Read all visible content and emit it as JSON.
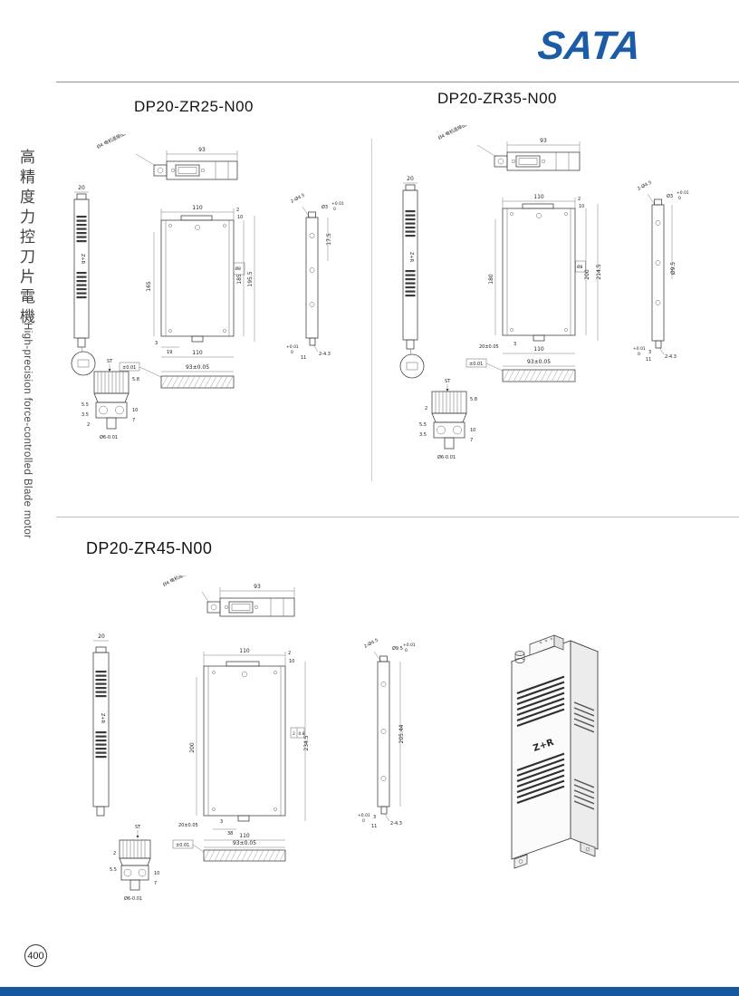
{
  "header": {
    "logo_text": "SATA",
    "brand_color": "#1c5ca6"
  },
  "sidebar": {
    "title_zh": "高精度力控刀片電機",
    "title_en": "High-precision force-controlled Blade motor",
    "page_number": "400"
  },
  "products": [
    {
      "model": "DP20-ZR25-N00",
      "labels": {
        "top_width": "93",
        "cable_callout": "Ø4 电机连接出口",
        "side_width": "20",
        "logo": "Z+R",
        "front_width": "110",
        "front_edge": "2",
        "front_inset": "10",
        "h_left": "165",
        "h_mid": "185",
        "h_right": "195.5",
        "slot_tag": "Ø8",
        "bottom_a": "3",
        "bottom_b": "19",
        "bottom_w": "110",
        "holes": "2-Ø4.5",
        "pin": "Ø3",
        "tol_top": "+0.01",
        "tol_zero": "0",
        "side_h": "17.5",
        "tol_b": "+0.01",
        "tol_b0": "0",
        "foot_a": "11",
        "foot_b": "2-4.3",
        "strip_w": "93±0.05",
        "flatness": "±0.01",
        "st_note": "ST",
        "c1": "5.8",
        "c2": "5.5",
        "c3": "3.5",
        "c4": "Ø6-0.01",
        "c5": "10",
        "c6": "7",
        "c7": "2"
      }
    },
    {
      "model": "DP20-ZR35-N00",
      "labels": {
        "top_width": "93",
        "cable_callout": "Ø4 电机连接出口",
        "side_width": "20",
        "logo": "Z+R",
        "front_width": "110",
        "front_edge": "2",
        "front_inset": "10",
        "h_left": "180",
        "h_mid": "200",
        "h_right": "214.5",
        "slot_tag": "Ø8",
        "bottom_a": "20±0.05",
        "bottom_b": "3",
        "bottom_w": "110",
        "holes": "2-Ø4.5",
        "pin": "Ø3",
        "tol_top": "+0.01",
        "tol_zero": "0",
        "side_d": "Ø9.5",
        "stem_a": "3",
        "tol_b": "+0.01",
        "tol_b0": "0",
        "foot_a": "11",
        "foot_b": "2-4.3",
        "strip_w": "93±0.05",
        "flatness": "±0.01",
        "st_note": "ST",
        "c1": "5.8",
        "c2": "5.5",
        "c3": "3.5",
        "c4": "Ø6-0.01",
        "c5": "10",
        "c6": "7",
        "c7": "2"
      }
    },
    {
      "model": "DP20-ZR45-N00",
      "labels": {
        "top_width": "93",
        "cable_callout": "Ø4 电机连接出口",
        "side_width": "20",
        "logo": "Z+R",
        "front_width": "110",
        "front_edge": "2",
        "front_inset": "10",
        "h_left": "200",
        "h_right": "234.5",
        "notch_a": "2",
        "notch_b": "0.8",
        "bottom_a": "20±0.05",
        "bottom_b": "3",
        "bottom_c": "38",
        "bottom_w": "110",
        "holes": "2-Ø4.5",
        "pin": "Ø9.5",
        "tol_top": "+0.01",
        "tol_zero": "0",
        "side_h": "205.44",
        "stem_a": "3",
        "tol_b": "+0.01",
        "tol_b0": "0",
        "foot_a": "11",
        "foot_b": "2-4.3",
        "strip_w": "93±0.05",
        "flatness": "±0.01",
        "st_note": "ST",
        "c2": "5.5",
        "c4": "Ø6-0.01",
        "c5": "10",
        "c6": "7",
        "c7": "2"
      }
    }
  ]
}
